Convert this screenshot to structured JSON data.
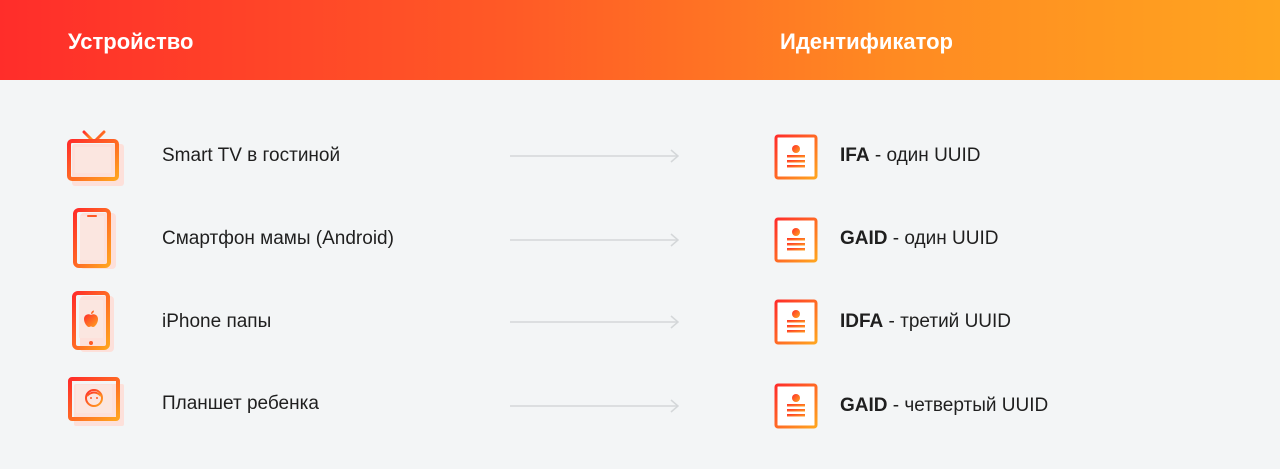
{
  "header": {
    "device_col": "Устройство",
    "id_col": "Идентификатор"
  },
  "colors": {
    "gradient_start": "#ff2d2a",
    "gradient_end": "#ffa51f",
    "background": "#f3f5f6",
    "arrow": "#d4d7d9"
  },
  "rows": [
    {
      "device": "Smart TV в гостиной",
      "device_icon": "tv-icon",
      "id_name": "IFA",
      "id_desc": " - один UUID",
      "id_icon": "id-card-icon"
    },
    {
      "device": "Смартфон мамы (Android)",
      "device_icon": "smartphone-icon",
      "id_name": "GAID",
      "id_desc": " - один UUID",
      "id_icon": "id-card-icon"
    },
    {
      "device": "iPhone папы",
      "device_icon": "iphone-apple-icon",
      "id_name": "IDFA",
      "id_desc": " - третий UUID",
      "id_icon": "id-card-icon"
    },
    {
      "device": "Планшет ребенка",
      "device_icon": "tablet-child-icon",
      "id_name": "GAID",
      "id_desc": " - четвертый UUID",
      "id_icon": "id-card-icon"
    }
  ]
}
